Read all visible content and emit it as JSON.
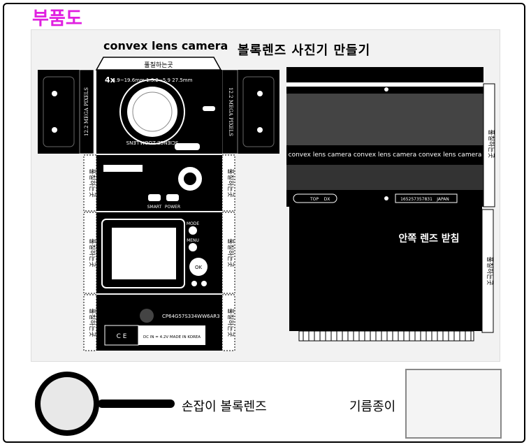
{
  "page_title": "부품도",
  "camera_title": "convex lens camera",
  "heading": "볼록렌즈 사진기 만들기",
  "glue_text": "풀칠하는곳",
  "megapixels": "12.2 MEGA PIXELS",
  "lens_spec": "4.9~19.6mm 1:3.2~5.9 27.5mm",
  "lens_brand": "SCIENCE ZOOM LENS",
  "zoom_mark": "4x",
  "button_smart": "SMART",
  "button_power": "POWER",
  "mode_label": "MODE",
  "menu_label": "MENU",
  "ok_label": "OK",
  "serial_code": "CP64G57S334WW6AR3",
  "ce_mark": "C E",
  "dc_info": "DC IN = 4.2V   MADE IN KOREA",
  "band_text": "convex lens camera convex lens camera convex lens camera",
  "top_label": "TOP",
  "dx_label": "DX",
  "barcode_number": "165257357831",
  "japan_label": "JAPAN",
  "inner_support_label": "안쪽 렌즈 받침",
  "magnifier_label": "손잡이 볼록렌즈",
  "oil_paper_label": "기름종이"
}
